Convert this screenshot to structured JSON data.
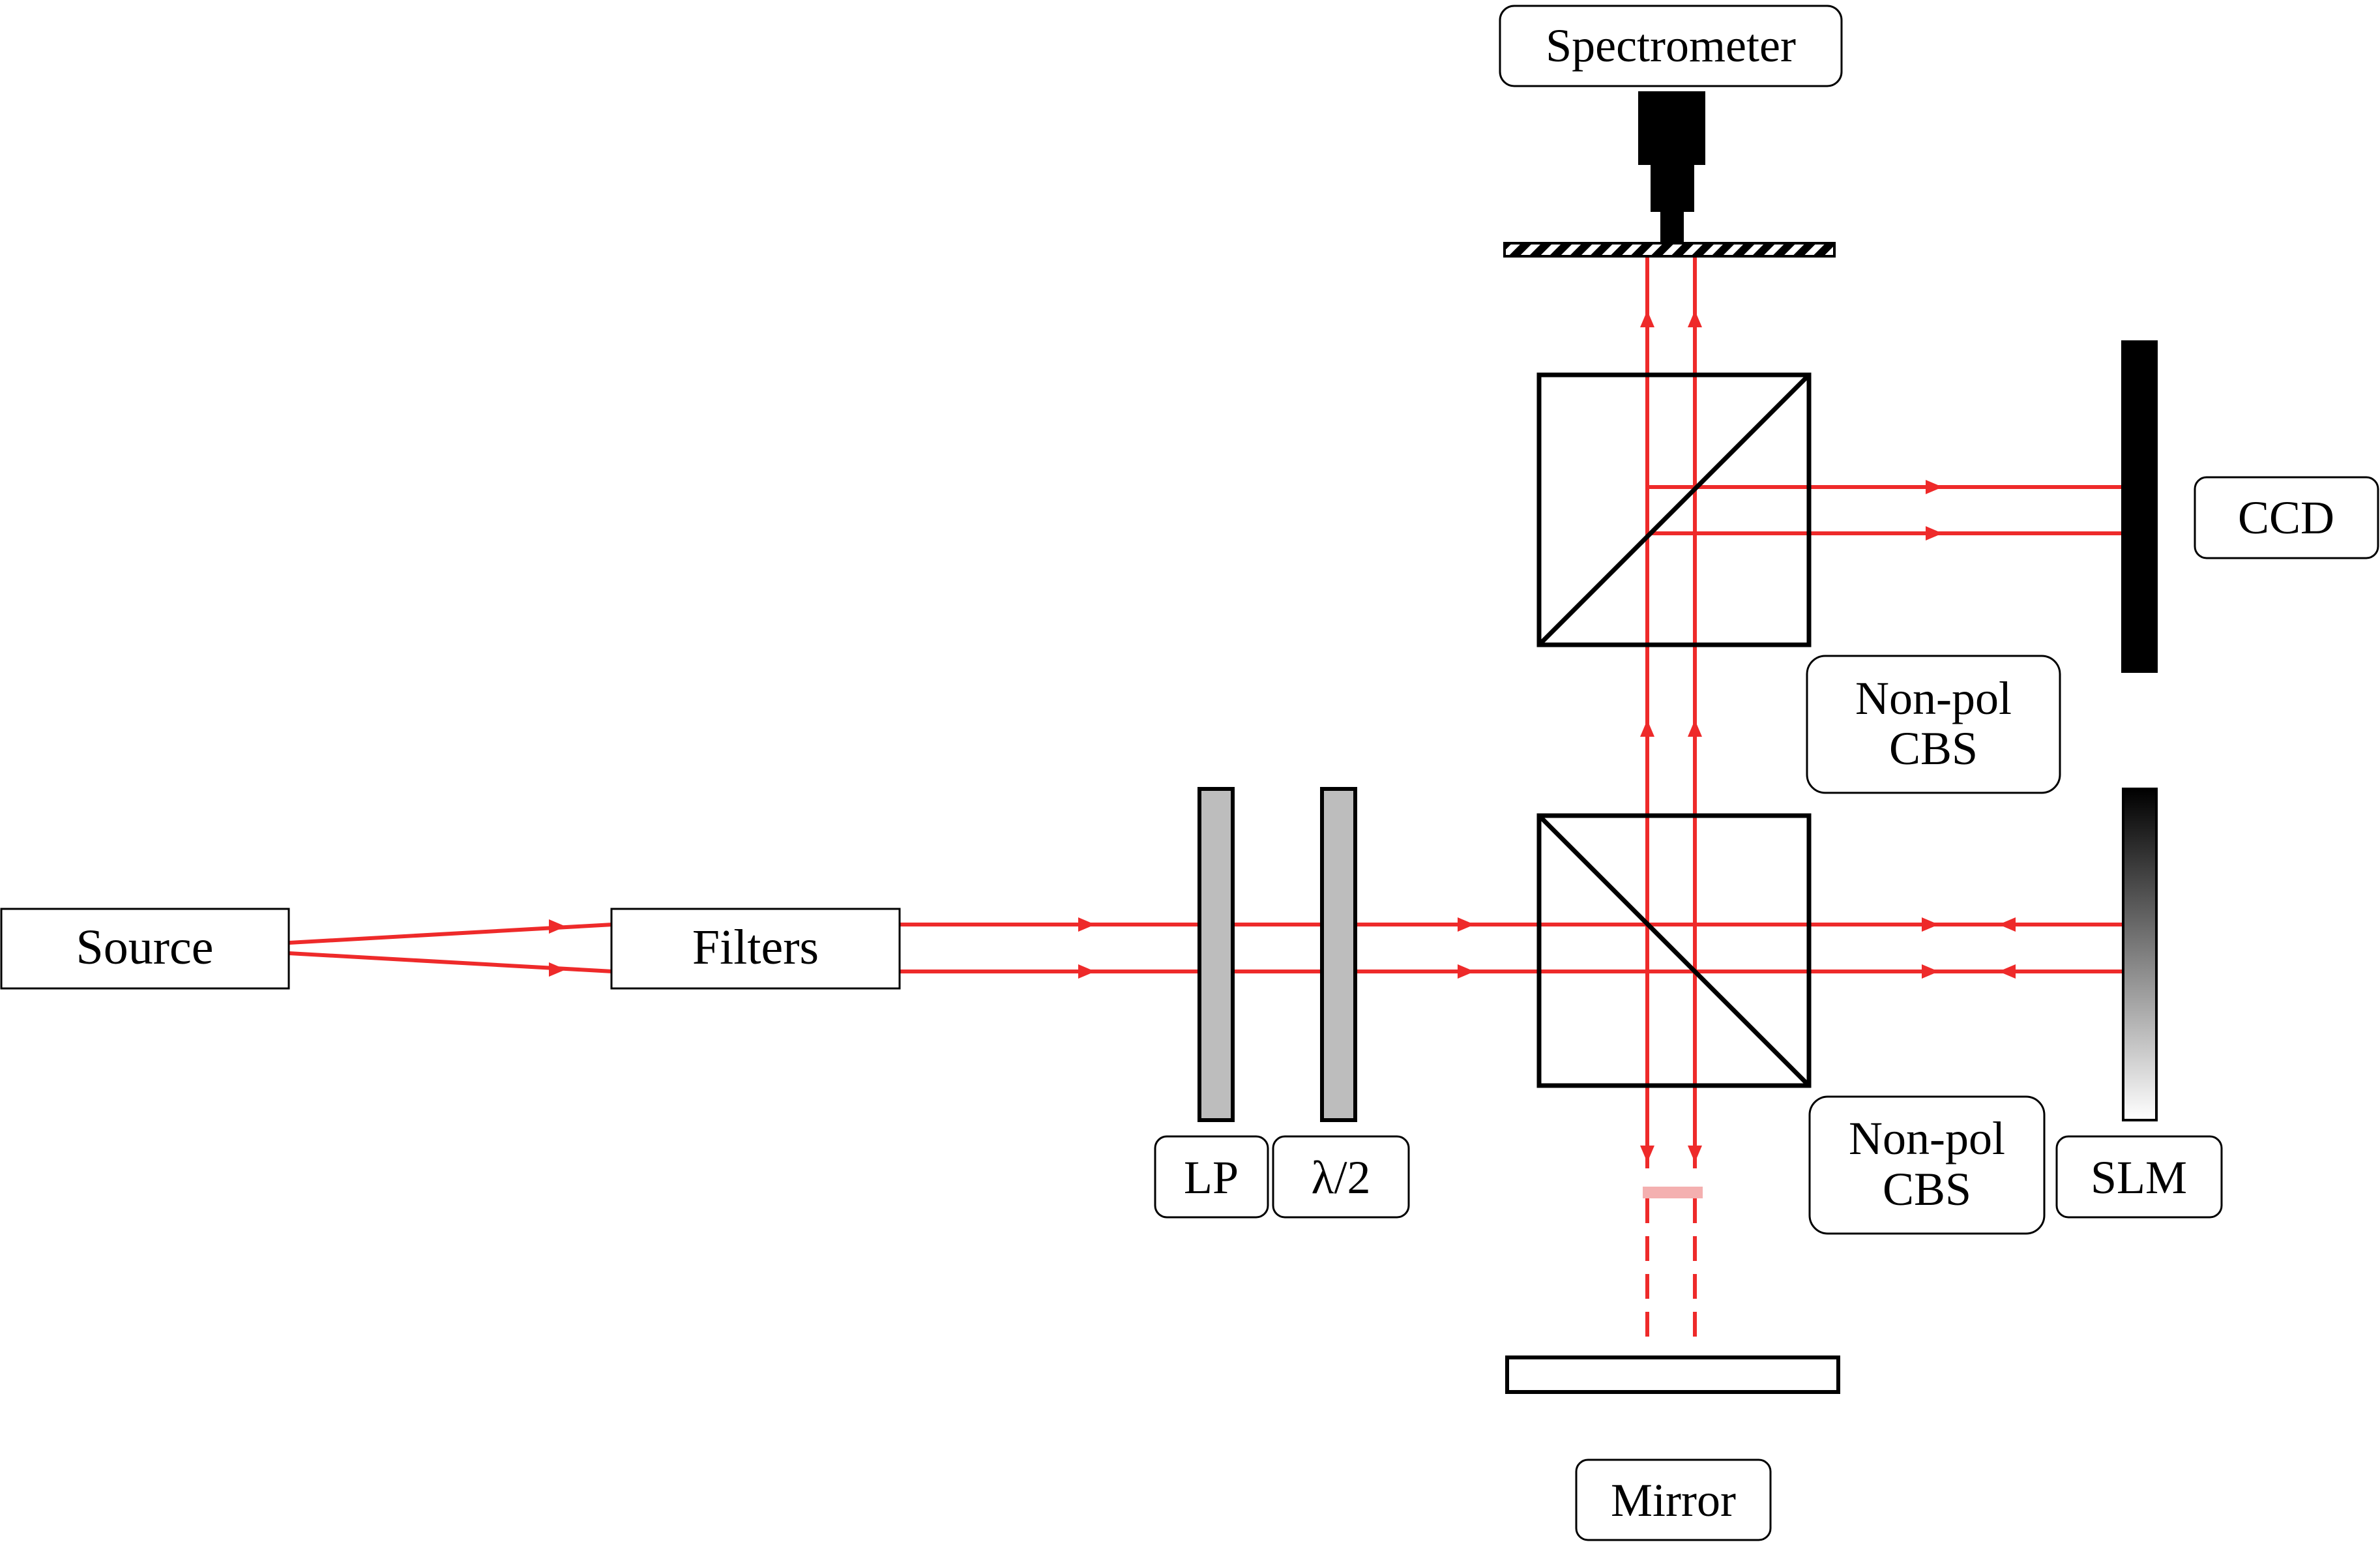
{
  "labels": {
    "source": "Source",
    "filters": "Filters",
    "lp": "LP",
    "half_wave": "λ/2",
    "cbs_lower_line1": "Non-pol",
    "cbs_lower_line2": "CBS",
    "cbs_upper_line1": "Non-pol",
    "cbs_upper_line2": "CBS",
    "slm": "SLM",
    "ccd": "CCD",
    "spectrometer": "Spectrometer",
    "mirror": "Mirror"
  },
  "colors": {
    "beam": "#ee2a2a",
    "line": "#000000",
    "polarizer_fill": "#bdbdbd",
    "attenuator": "#f4b0b0"
  }
}
